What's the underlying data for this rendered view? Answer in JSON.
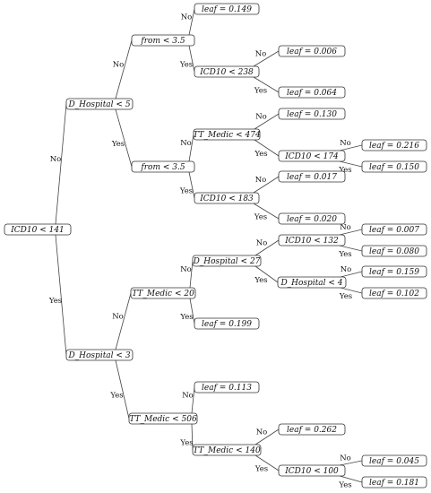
{
  "tree": {
    "nodes": [
      {
        "id": "n1",
        "label": "ICD10 < 141",
        "kind": "split"
      },
      {
        "id": "n2",
        "label": "D_Hospital < 5",
        "kind": "split"
      },
      {
        "id": "n3",
        "label": "from < 3.5",
        "kind": "split"
      },
      {
        "id": "n4",
        "label": "leaf = 0.149",
        "kind": "leaf"
      },
      {
        "id": "n5",
        "label": "ICD10 < 238",
        "kind": "split"
      },
      {
        "id": "n6",
        "label": "leaf = 0.006",
        "kind": "leaf"
      },
      {
        "id": "n7",
        "label": "leaf = 0.064",
        "kind": "leaf"
      },
      {
        "id": "n8",
        "label": "from < 3.5",
        "kind": "split"
      },
      {
        "id": "n9",
        "label": "TT_Medic < 474",
        "kind": "split"
      },
      {
        "id": "n10",
        "label": "leaf = 0.130",
        "kind": "leaf"
      },
      {
        "id": "n11",
        "label": "ICD10 < 174",
        "kind": "split"
      },
      {
        "id": "n12",
        "label": "leaf = 0.216",
        "kind": "leaf"
      },
      {
        "id": "n13",
        "label": "leaf = 0.150",
        "kind": "leaf"
      },
      {
        "id": "n14",
        "label": "ICD10 < 183",
        "kind": "split"
      },
      {
        "id": "n15",
        "label": "leaf = 0.017",
        "kind": "leaf"
      },
      {
        "id": "n16",
        "label": "leaf = 0.020",
        "kind": "leaf"
      },
      {
        "id": "n17",
        "label": "D_Hospital < 3",
        "kind": "split"
      },
      {
        "id": "n18",
        "label": "TT_Medic < 20",
        "kind": "split"
      },
      {
        "id": "n19",
        "label": "D_Hospital < 27",
        "kind": "split"
      },
      {
        "id": "n20",
        "label": "ICD10 < 132",
        "kind": "split"
      },
      {
        "id": "n21",
        "label": "leaf = 0.007",
        "kind": "leaf"
      },
      {
        "id": "n22",
        "label": "leaf = 0.080",
        "kind": "leaf"
      },
      {
        "id": "n23",
        "label": "D_Hospital < 4",
        "kind": "split"
      },
      {
        "id": "n24",
        "label": "leaf = 0.159",
        "kind": "leaf"
      },
      {
        "id": "n25",
        "label": "leaf = 0.102",
        "kind": "leaf"
      },
      {
        "id": "n26",
        "label": "leaf = 0.199",
        "kind": "leaf"
      },
      {
        "id": "n27",
        "label": "TT_Medic < 506",
        "kind": "split"
      },
      {
        "id": "n28",
        "label": "leaf = 0.113",
        "kind": "leaf"
      },
      {
        "id": "n29",
        "label": "TT_Medic < 140",
        "kind": "split"
      },
      {
        "id": "n30",
        "label": "leaf = 0.262",
        "kind": "leaf"
      },
      {
        "id": "n31",
        "label": "ICD10 < 100",
        "kind": "split"
      },
      {
        "id": "n32",
        "label": "leaf = 0.045",
        "kind": "leaf"
      },
      {
        "id": "n33",
        "label": "leaf = 0.181",
        "kind": "leaf"
      }
    ],
    "edges": [
      {
        "from": "n1",
        "to": "n2",
        "label": "No"
      },
      {
        "from": "n1",
        "to": "n17",
        "label": "Yes"
      },
      {
        "from": "n2",
        "to": "n3",
        "label": "No"
      },
      {
        "from": "n2",
        "to": "n8",
        "label": "Yes"
      },
      {
        "from": "n3",
        "to": "n4",
        "label": "No"
      },
      {
        "from": "n3",
        "to": "n5",
        "label": "Yes"
      },
      {
        "from": "n5",
        "to": "n6",
        "label": "No"
      },
      {
        "from": "n5",
        "to": "n7",
        "label": "Yes"
      },
      {
        "from": "n8",
        "to": "n9",
        "label": "No"
      },
      {
        "from": "n8",
        "to": "n14",
        "label": "Yes"
      },
      {
        "from": "n9",
        "to": "n10",
        "label": "No"
      },
      {
        "from": "n9",
        "to": "n11",
        "label": "Yes"
      },
      {
        "from": "n11",
        "to": "n12",
        "label": "No"
      },
      {
        "from": "n11",
        "to": "n13",
        "label": "Yes"
      },
      {
        "from": "n14",
        "to": "n15",
        "label": "No"
      },
      {
        "from": "n14",
        "to": "n16",
        "label": "Yes"
      },
      {
        "from": "n17",
        "to": "n18",
        "label": "No"
      },
      {
        "from": "n17",
        "to": "n27",
        "label": "Yes"
      },
      {
        "from": "n18",
        "to": "n19",
        "label": "No"
      },
      {
        "from": "n18",
        "to": "n26",
        "label": "Yes"
      },
      {
        "from": "n19",
        "to": "n20",
        "label": "No"
      },
      {
        "from": "n19",
        "to": "n23",
        "label": "Yes"
      },
      {
        "from": "n20",
        "to": "n21",
        "label": "No"
      },
      {
        "from": "n20",
        "to": "n22",
        "label": "Yes"
      },
      {
        "from": "n23",
        "to": "n24",
        "label": "No"
      },
      {
        "from": "n23",
        "to": "n25",
        "label": "Yes"
      },
      {
        "from": "n27",
        "to": "n28",
        "label": "No"
      },
      {
        "from": "n27",
        "to": "n29",
        "label": "Yes"
      },
      {
        "from": "n29",
        "to": "n30",
        "label": "No"
      },
      {
        "from": "n29",
        "to": "n31",
        "label": "Yes"
      },
      {
        "from": "n31",
        "to": "n32",
        "label": "No"
      },
      {
        "from": "n31",
        "to": "n33",
        "label": "Yes"
      }
    ]
  }
}
